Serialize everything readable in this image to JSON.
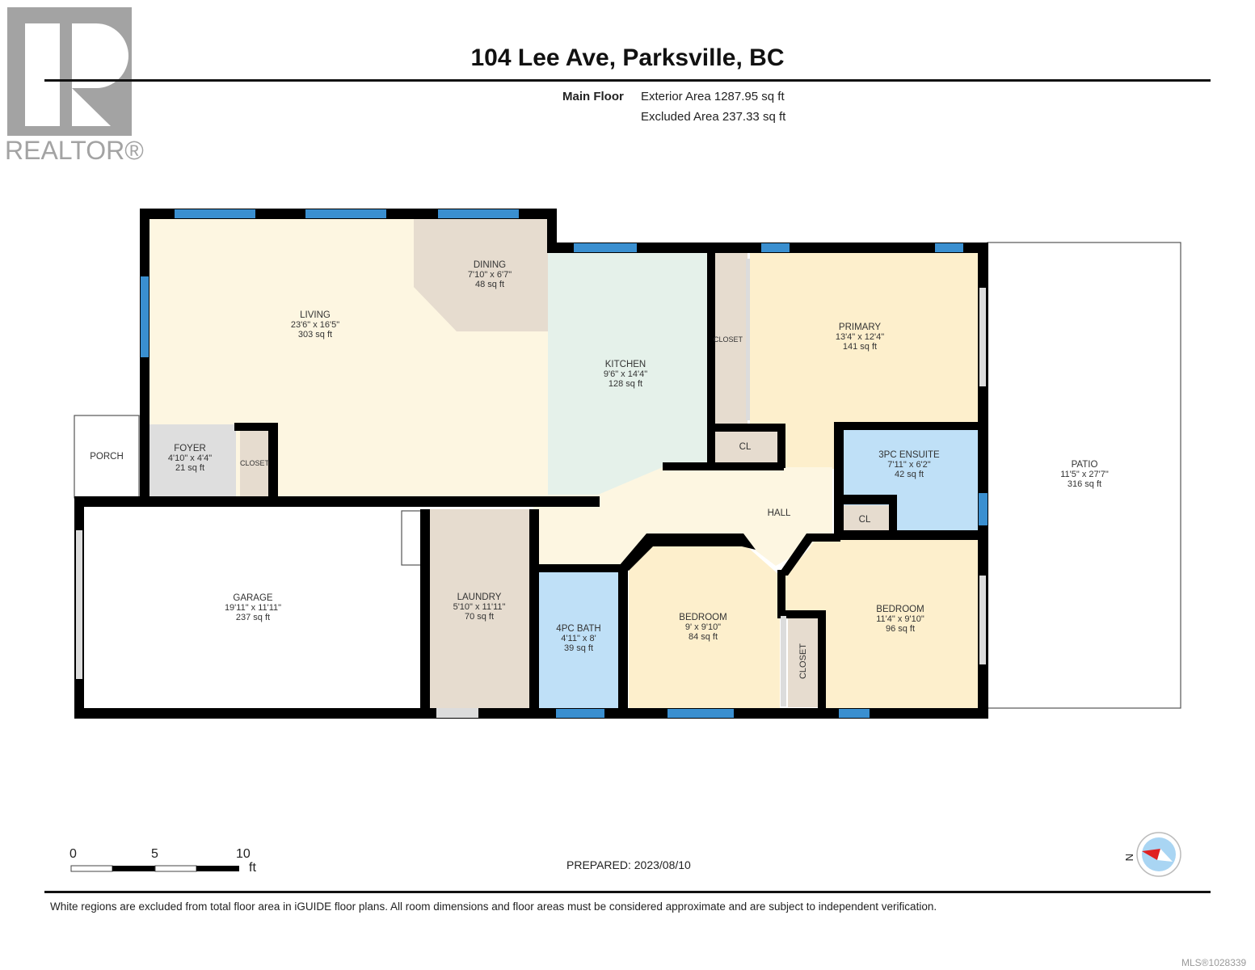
{
  "header": {
    "logo_text": "REALTOR®",
    "title": "104 Lee Ave, Parksville, BC",
    "floor_label": "Main Floor",
    "exterior_area": "Exterior Area 1287.95 sq ft",
    "excluded_area": "Excluded Area 237.33 sq ft"
  },
  "colors": {
    "wall": "#000000",
    "window": "#3a8fd0",
    "living": "#fdf6e1",
    "dining": "#e6dccf",
    "kitchen": "#e5f1ea",
    "primary": "#fdefcc",
    "closet": "#e6dccf",
    "bath": "#bfe0f7",
    "bedroom": "#fdefcc",
    "foyer": "#dedede",
    "hall": "#fdf6e1",
    "excluded": "#ffffff"
  },
  "rooms": [
    {
      "name": "LIVING",
      "dims": "23'6\" x 16'5\"",
      "area": "303 sq ft"
    },
    {
      "name": "DINING",
      "dims": "7'10\" x 6'7\"",
      "area": "48 sq ft"
    },
    {
      "name": "KITCHEN",
      "dims": "9'6\" x 14'4\"",
      "area": "128 sq ft"
    },
    {
      "name": "PRIMARY",
      "dims": "13'4\" x 12'4\"",
      "area": "141 sq ft"
    },
    {
      "name": "3PC ENSUITE",
      "dims": "7'11\" x 6'2\"",
      "area": "42 sq ft"
    },
    {
      "name": "PATIO",
      "dims": "11'5\" x 27'7\"",
      "area": "316 sq ft"
    },
    {
      "name": "FOYER",
      "dims": "4'10\" x 4'4\"",
      "area": "21 sq ft"
    },
    {
      "name": "GARAGE",
      "dims": "19'11\" x 11'11\"",
      "area": "237 sq ft"
    },
    {
      "name": "LAUNDRY",
      "dims": "5'10\" x 11'11\"",
      "area": "70 sq ft"
    },
    {
      "name": "4PC BATH",
      "dims": "4'11\" x 8'",
      "area": "39 sq ft"
    },
    {
      "name": "BEDROOM",
      "dims": "9' x 9'10\"",
      "area": "84 sq ft"
    },
    {
      "name": "BEDROOM",
      "dims": "11'4\" x 9'10\"",
      "area": "96 sq ft"
    }
  ],
  "small_labels": {
    "porch": "PORCH",
    "foyer_closet": "CLOSET",
    "primary_closet": "CLOSET",
    "hall_cl": "CL",
    "hall": "HALL",
    "bed_cl": "CL",
    "bed_closet": "CLOSET"
  },
  "scale": {
    "ticks": [
      "0",
      "5",
      "10"
    ],
    "unit": "ft"
  },
  "compass": {
    "label": "N",
    "icon": "compass-north-icon"
  },
  "footer": {
    "prepared": "PREPARED: 2023/08/10",
    "disclaimer": "White regions are excluded from total floor area in iGUIDE floor plans. All room dimensions and floor areas must be considered approximate and are subject to independent verification.",
    "mls": "MLS®1028339"
  }
}
